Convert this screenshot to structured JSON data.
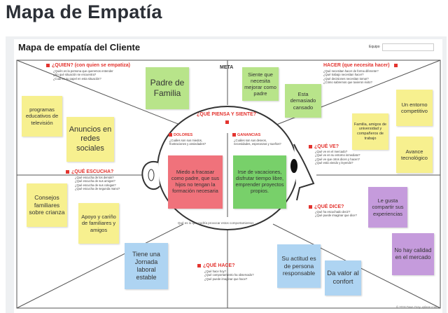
{
  "page": {
    "title": "Mapa de Empatía"
  },
  "board": {
    "title": "Mapa de empatía del Cliente",
    "equipo_label": "Equipo",
    "meta_label": "META",
    "footer": "© 2018 Dave Gray, xplane.com",
    "center_footer": "Qué es lo que podría provocar estos comportamientos"
  },
  "sections": {
    "quien": {
      "title": "¿QUIEN? (con quien se empatiza)",
      "desc": "¿Quién es la persona que queremos entender\n¿En qué situación se encuentra?\n¿Cuál es su papel en esta situación?"
    },
    "hacer": {
      "title": "HACER (que necesita hacer)",
      "desc": "¿Qué necesitan hacer de forma diferente?\n¿Qué trabajo necesitan hacer?\n¿Qué decisiones necesitan tomar?\n¿Cómo sabremos que tuvieron éxito?"
    },
    "piensa": {
      "title": "¿QUÉ PIENSA Y SIENTE?"
    },
    "dolores": {
      "title": "DOLORES",
      "desc": "¿Cuáles son sus miedos,\nfrustraciones y ansiedades?"
    },
    "ganancias": {
      "title": "GANANCIAS",
      "desc": "¿Cuáles son sus deseos,\nnecesidades, esperanzas y sueños?"
    },
    "ve": {
      "title": "¿QUÉ VE?",
      "desc": "¿Qué ve en el mercado?\n¿Qué ve en su entorno inmediato?\n¿Qué ve que otros dicen y hacen?\n¿Qué está viendo y leyendo?"
    },
    "escucha": {
      "title": "¿QUÉ ESCUCHA?",
      "desc": "¿Qué escucha de los demás?\n¿Qué escucha de sus amigos?\n¿Qué escucha de sus colegas?\n¿Qué escucha de segunda mano?"
    },
    "dice": {
      "title": "¿QUÉ DICE?",
      "desc": "¿Qué ha escuchado decir?\n¿Qué puede imaginar que dice?"
    },
    "hace": {
      "title": "¿QUÉ HACE?",
      "desc": "¿Qué hace hoy?\n¿Qué comportamiento ha observado?\n¿Qué puede imaginar que hace?"
    }
  },
  "notes": {
    "padre_familia": "Padre de Familia",
    "siente_necesita": "Siente que necesita mejorar como padre",
    "esta_cansado": "Esta demasiado cansado",
    "programas_tv": "programas educativos de televisión",
    "anuncios_redes": "Anuncios en redes sociales",
    "entorno_competitivo": "Un entorno competitivo",
    "familia_amigos": "Familia, amigos de universidad y compañeros de trabajo",
    "avance_tecnologico": "Avance tecnológico",
    "consejos_familiares": "Consejos familiares sobre crianza",
    "apoyo_carino": "Apoyo y cariño de familiares y amigos",
    "miedo_fracasar": "Miedo a fracasar como padre, que sus hijos no tengan la formación necesaria",
    "irse_vacaciones": "Irse de vacaciones, disfrutar tiempo libre, emprender proyectos propios.",
    "compartir_experiencias": "Le gusta compartir sus experiencias",
    "no_calidad": "No hay calidad en el mercado",
    "jornada_laboral": "Tiene una Jornada laboral estable",
    "actitud_responsable": "Su actitud es de persona responsable",
    "da_valor": "Da valor al confort"
  }
}
